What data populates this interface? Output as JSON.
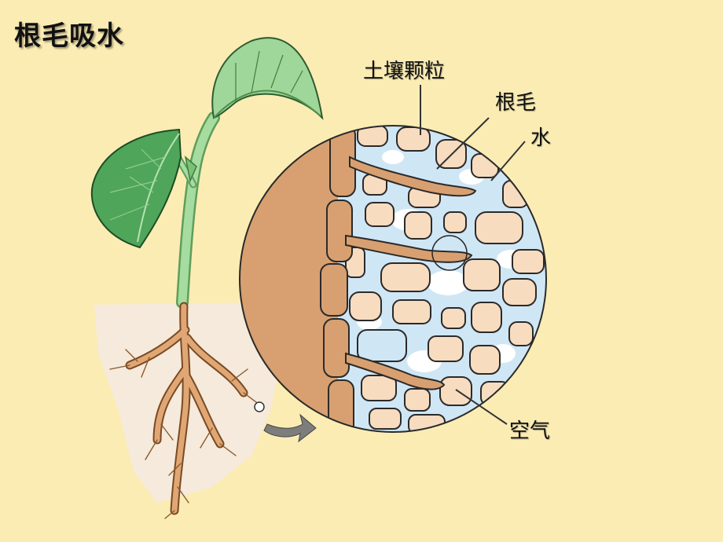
{
  "title": "根毛吸水",
  "labels": {
    "soil_particle": "土壤颗粒",
    "root_hair": "根毛",
    "water": "水",
    "air": "空气"
  },
  "colors": {
    "background": "#fbecb4",
    "leaf": "#4fa55a",
    "stem": "#8fcf8a",
    "root": "#d9a06c",
    "root_tissue": "#d8a070",
    "water": "#cfe6f5",
    "soil_particle": "#f8dcc0",
    "soil_patch": "#f4eadf"
  }
}
